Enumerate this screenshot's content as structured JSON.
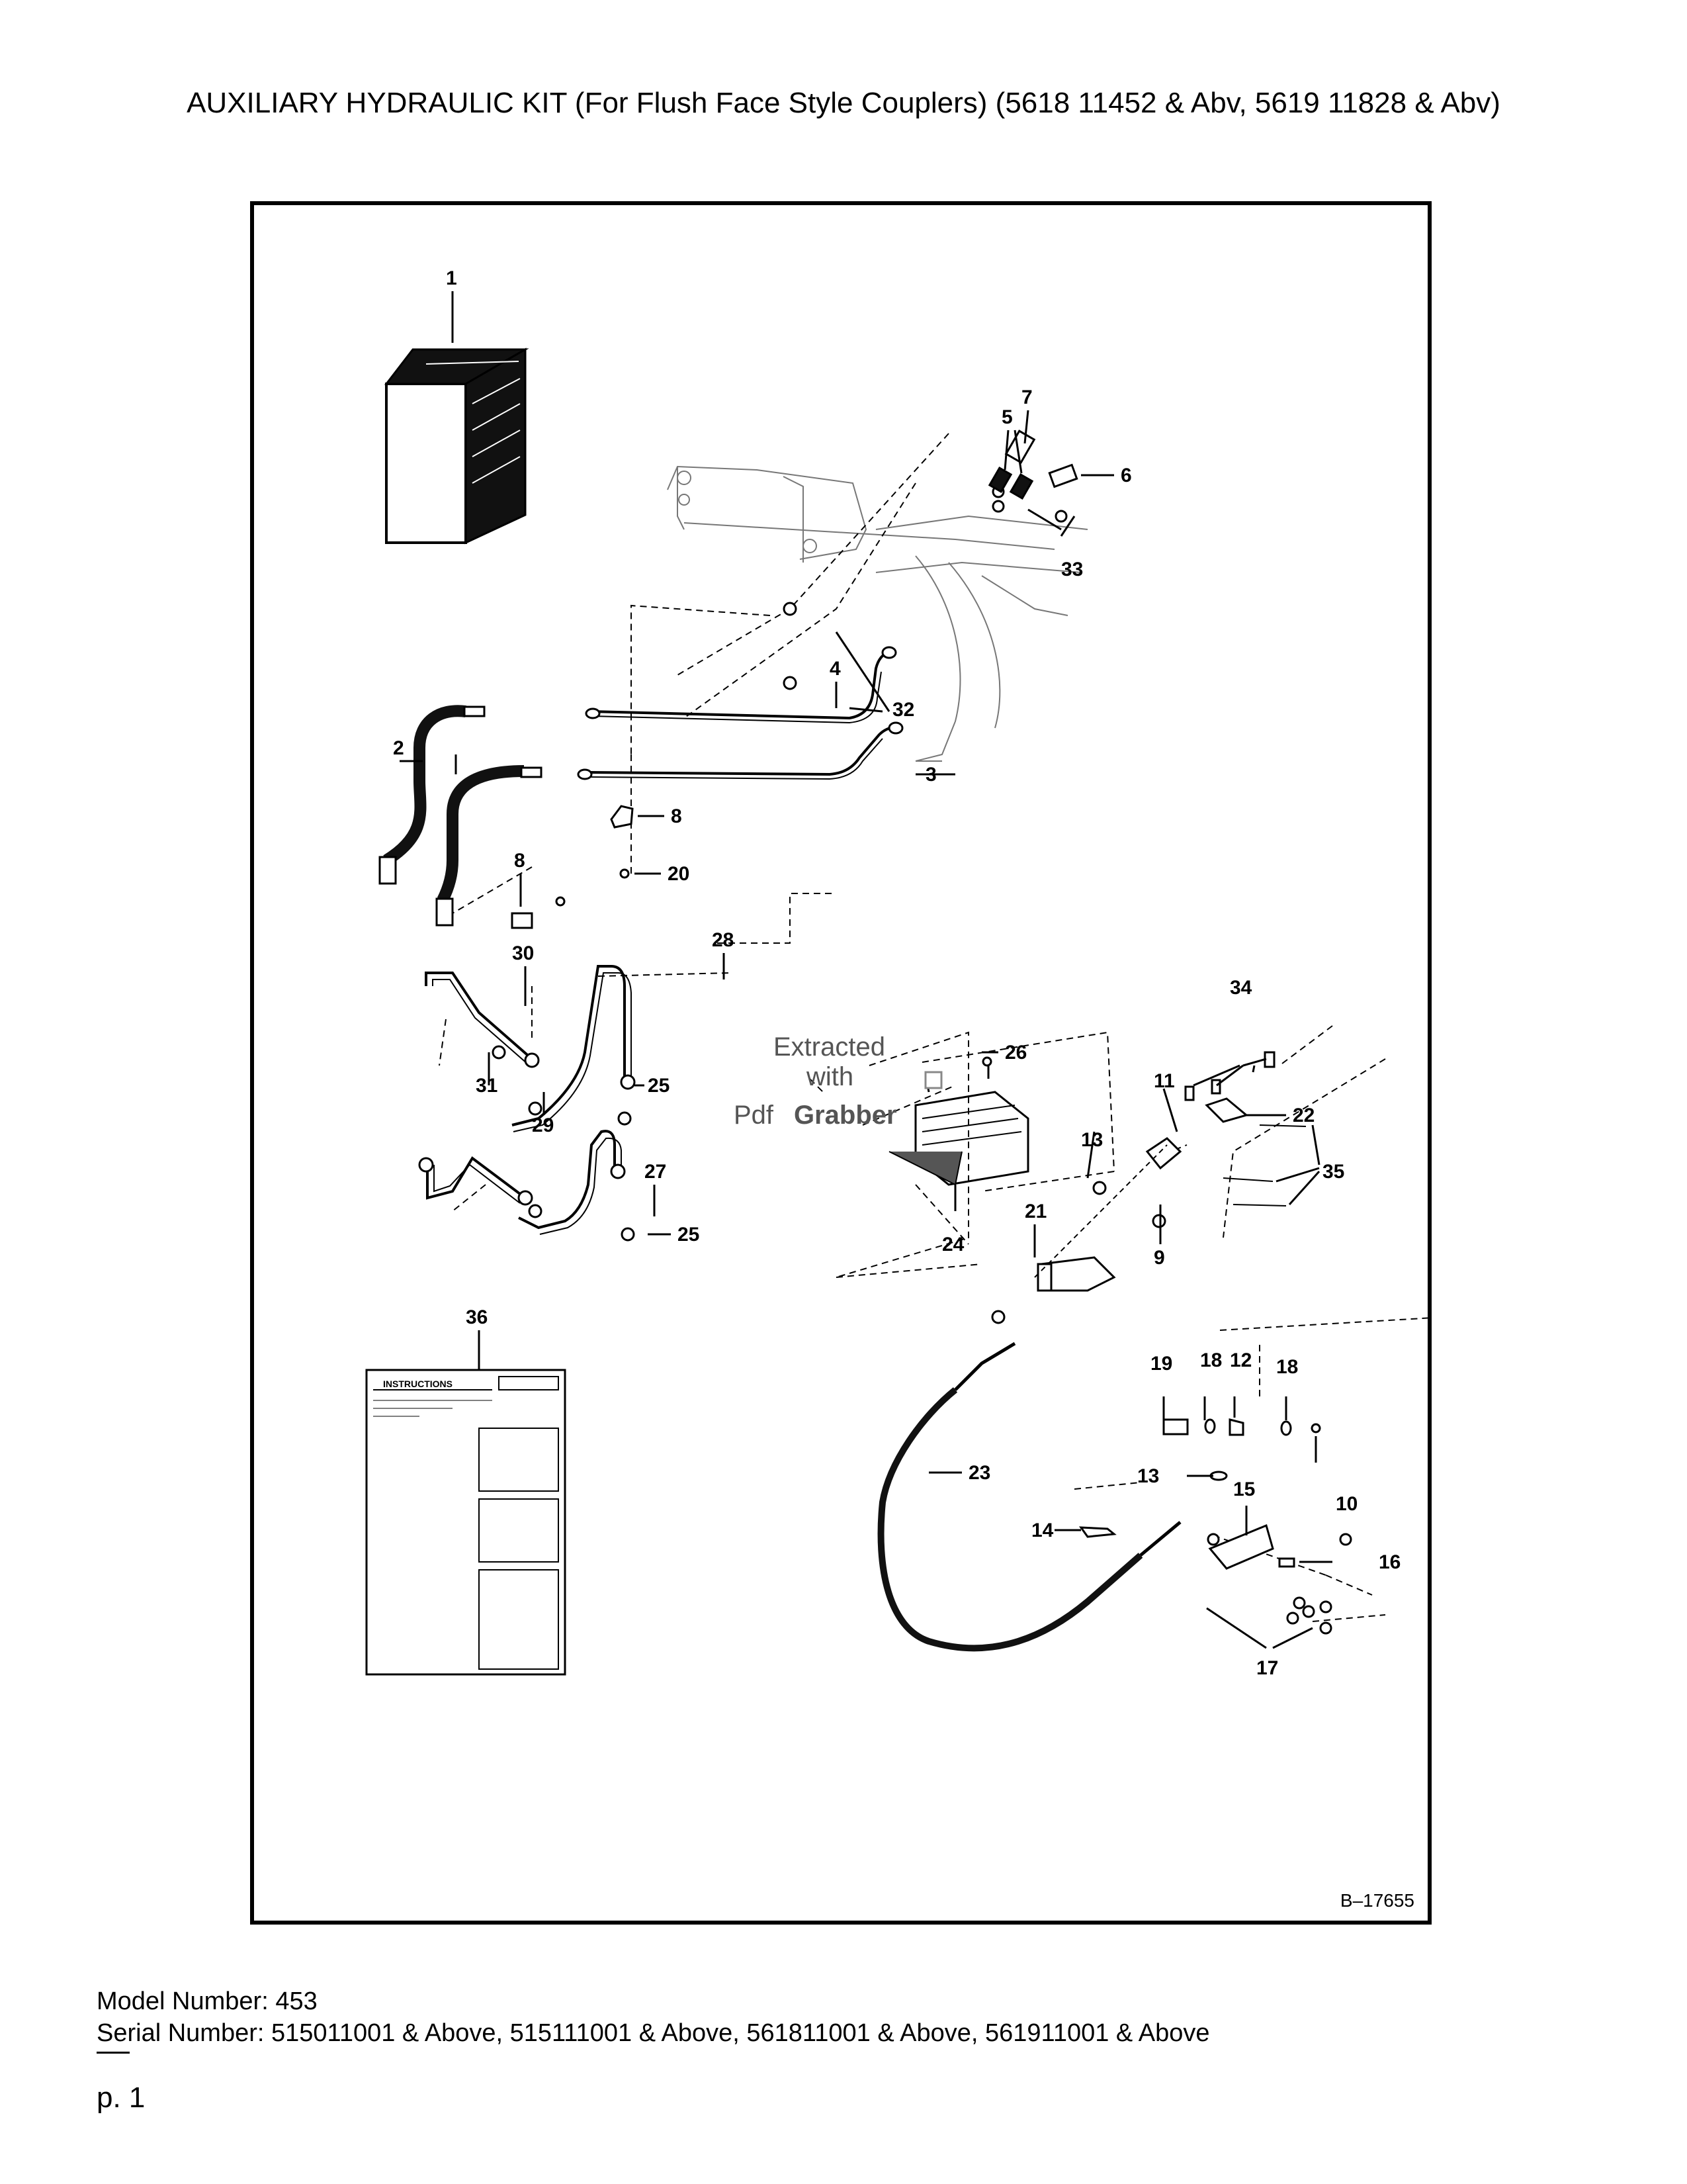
{
  "page": {
    "title": "AUXILIARY HYDRAULIC KIT (For Flush Face Style Couplers) (5618 11452 & Abv, 5619 11828 & Abv)",
    "drawing_id": "B–17655",
    "model_number": "Model Number: 453",
    "serial_number": "Serial Number: 515011001 & Above, 515111001 & Above, 561811001 & Above, 561911001 & Above",
    "page_number": "p. 1"
  },
  "diagram": {
    "callouts": [
      "1",
      "2",
      "3",
      "4",
      "5",
      "6",
      "7",
      "8",
      "8",
      "9",
      "10",
      "11",
      "12",
      "13",
      "13",
      "14",
      "15",
      "16",
      "17",
      "18",
      "18",
      "19",
      "20",
      "21",
      "22",
      "23",
      "24",
      "25",
      "25",
      "26",
      "27",
      "28",
      "29",
      "30",
      "31",
      "32",
      "33",
      "34",
      "35",
      "36"
    ],
    "instruction_sheet_heading": "INSTRUCTIONS",
    "watermark": {
      "line1": "Extracted",
      "line2": "with",
      "brand_a": "Pdf",
      "brand_b": "Grabber"
    }
  }
}
